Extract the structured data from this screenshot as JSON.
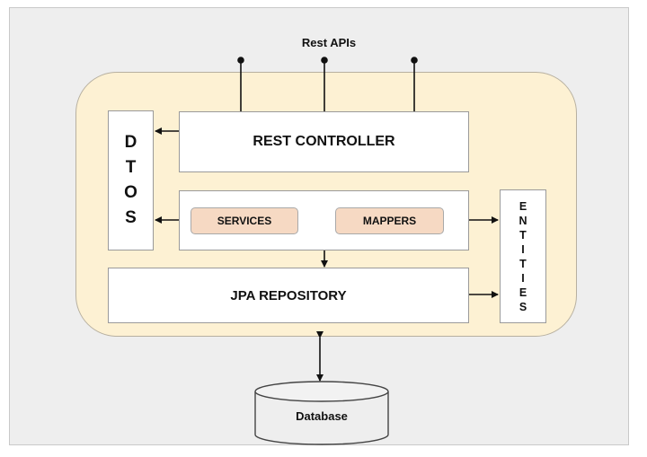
{
  "diagram": {
    "title": "Rest APIs",
    "rest_controller": "REST CONTROLLER",
    "services": "SERVICES",
    "mappers": "MAPPERS",
    "jpa_repository": "JPA REPOSITORY",
    "dtos_letters": [
      "D",
      "T",
      "O",
      "S"
    ],
    "entities_letters": [
      "E",
      "N",
      "T",
      "I",
      "T",
      "I",
      "E",
      "S"
    ],
    "database": "Database"
  },
  "colors": {
    "container_fill": "#fdf1d3",
    "pill_fill": "#f6d9c3",
    "frame_fill": "#eeeeee",
    "box_fill": "#ffffff"
  }
}
